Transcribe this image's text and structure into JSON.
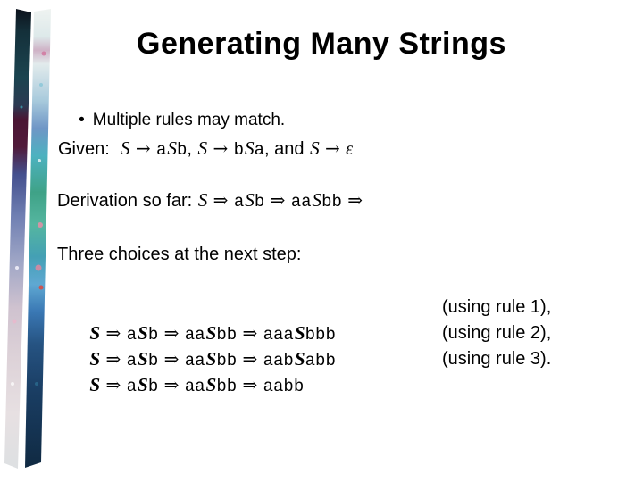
{
  "slide": {
    "title": "Generating Many Strings",
    "bullet_glyph": "•",
    "bullet_text": "Multiple rules may match.",
    "given_segments": [
      {
        "k": "p",
        "t": "Given:  "
      },
      {
        "k": "v",
        "t": "S"
      },
      {
        "k": "a",
        "t": " → "
      },
      {
        "k": "t",
        "t": "a"
      },
      {
        "k": "v",
        "t": "S"
      },
      {
        "k": "t",
        "t": "b"
      },
      {
        "k": "p",
        "t": ", "
      },
      {
        "k": "v",
        "t": "S"
      },
      {
        "k": "a",
        "t": " → "
      },
      {
        "k": "t",
        "t": "b"
      },
      {
        "k": "v",
        "t": "S"
      },
      {
        "k": "t",
        "t": "a"
      },
      {
        "k": "p",
        "t": ", and "
      },
      {
        "k": "v",
        "t": "S"
      },
      {
        "k": "a",
        "t": " → "
      },
      {
        "k": "e",
        "t": "ε"
      }
    ],
    "derivation_segments": [
      {
        "k": "p",
        "t": "Derivation so far: "
      },
      {
        "k": "v",
        "t": "S"
      },
      {
        "k": "d",
        "t": " ⇒ "
      },
      {
        "k": "t",
        "t": "a"
      },
      {
        "k": "v",
        "t": "S"
      },
      {
        "k": "t",
        "t": "b"
      },
      {
        "k": "d",
        "t": " ⇒ "
      },
      {
        "k": "t",
        "t": "aa"
      },
      {
        "k": "v",
        "t": "S"
      },
      {
        "k": "t",
        "t": "bb"
      },
      {
        "k": "d",
        "t": " ⇒"
      }
    ],
    "choices_heading": "Three choices at the next step:",
    "choices": [
      {
        "segments": [
          {
            "k": "b",
            "t": "S"
          },
          {
            "k": "d",
            "t": " ⇒ "
          },
          {
            "k": "t",
            "t": "a"
          },
          {
            "k": "b",
            "t": "S"
          },
          {
            "k": "t",
            "t": "b"
          },
          {
            "k": "d",
            "t": " ⇒ "
          },
          {
            "k": "t",
            "t": "aa"
          },
          {
            "k": "b",
            "t": "S"
          },
          {
            "k": "t",
            "t": "bb"
          },
          {
            "k": "d",
            "t": " ⇒ "
          },
          {
            "k": "t",
            "t": "aaa"
          },
          {
            "k": "b",
            "t": "S"
          },
          {
            "k": "t",
            "t": "bbb"
          }
        ],
        "note": "(using rule 1),"
      },
      {
        "segments": [
          {
            "k": "b",
            "t": "S"
          },
          {
            "k": "d",
            "t": " ⇒ "
          },
          {
            "k": "t",
            "t": "a"
          },
          {
            "k": "b",
            "t": "S"
          },
          {
            "k": "t",
            "t": "b"
          },
          {
            "k": "d",
            "t": " ⇒ "
          },
          {
            "k": "t",
            "t": "aa"
          },
          {
            "k": "b",
            "t": "S"
          },
          {
            "k": "t",
            "t": "bb"
          },
          {
            "k": "d",
            "t": " ⇒ "
          },
          {
            "k": "t",
            "t": "aab"
          },
          {
            "k": "b",
            "t": "S"
          },
          {
            "k": "t",
            "t": "abb"
          }
        ],
        "note": "(using rule 2),"
      },
      {
        "segments": [
          {
            "k": "b",
            "t": "S"
          },
          {
            "k": "d",
            "t": " ⇒ "
          },
          {
            "k": "t",
            "t": "a"
          },
          {
            "k": "b",
            "t": "S"
          },
          {
            "k": "t",
            "t": "b"
          },
          {
            "k": "d",
            "t": " ⇒ "
          },
          {
            "k": "t",
            "t": "aa"
          },
          {
            "k": "b",
            "t": "S"
          },
          {
            "k": "t",
            "t": "bb"
          },
          {
            "k": "d",
            "t": " ⇒ "
          },
          {
            "k": "t",
            "t": "aabb"
          }
        ],
        "note": "(using rule 3)."
      }
    ]
  },
  "colors": {
    "text": "#000000",
    "background": "#ffffff",
    "strip-dark-teal": "#1b4450",
    "strip-maroon": "#511a3a",
    "strip-turquoise": "#4db2c0",
    "strip-navy": "#102a42"
  }
}
